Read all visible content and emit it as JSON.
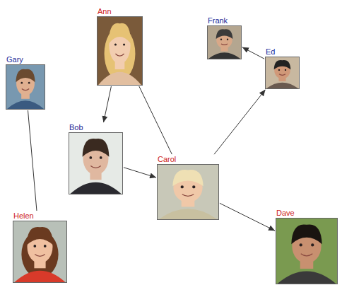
{
  "diagram": {
    "nodes": [
      {
        "text": [
          "Ann"
        ]
      },
      {
        "text": [
          "Frank"
        ]
      },
      {
        "text": [
          "Ed"
        ]
      },
      {
        "text": [
          "Gary"
        ]
      },
      {
        "text": [
          "Bob"
        ]
      },
      {
        "text": [
          "Carol"
        ]
      },
      {
        "text": [
          "Dave"
        ]
      },
      {
        "text": [
          "Helen"
        ]
      }
    ],
    "edges": [
      {
        "from": 0,
        "to": 4,
        "arrow": "to"
      },
      {
        "from": 0,
        "to": 5,
        "arrow": "none"
      },
      {
        "from": 4,
        "to": 5,
        "arrow": "to"
      },
      {
        "from": 5,
        "to": 2,
        "arrow": "to"
      },
      {
        "from": 2,
        "to": 1,
        "arrow": "to"
      },
      {
        "from": 5,
        "to": 6,
        "arrow": "to"
      },
      {
        "from": 3,
        "to": 7,
        "arrow": "none"
      }
    ]
  }
}
